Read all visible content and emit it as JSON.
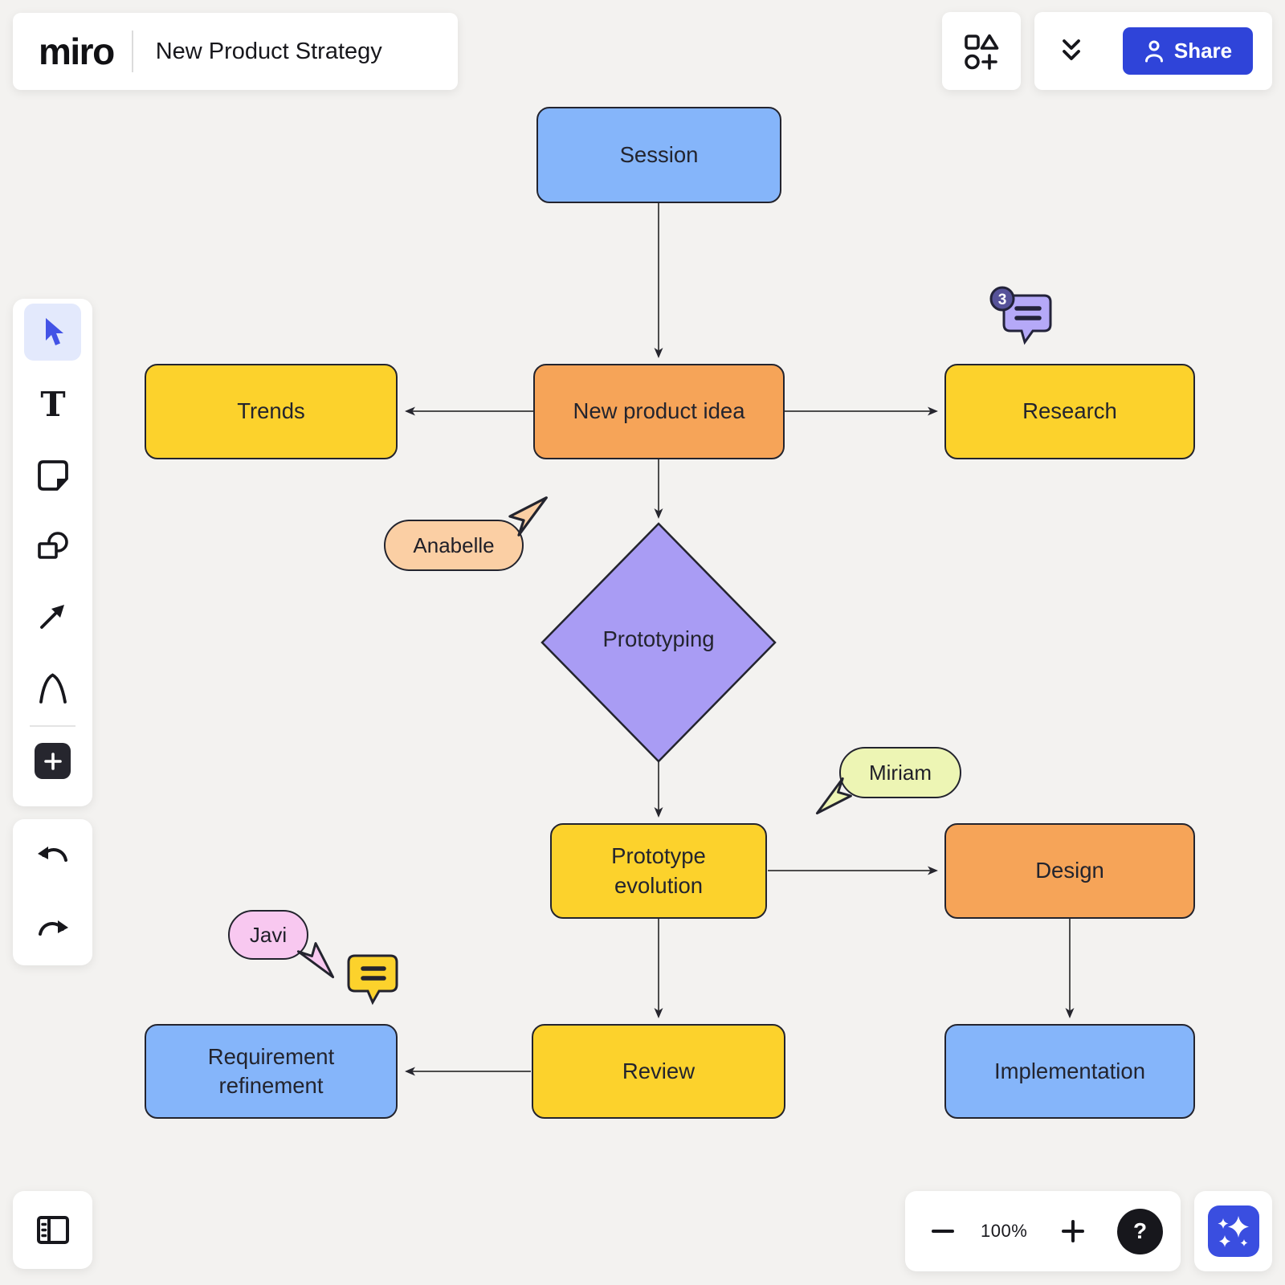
{
  "app": {
    "logo_text": "miro",
    "board_title": "New Product Strategy"
  },
  "header": {
    "share_label": "Share"
  },
  "palette": {
    "brand_blue": "#2f44d9",
    "ai_blue": "#3a4ee0",
    "canvas_bg": "#f3f2f0",
    "node_blue": "#85b5fa",
    "node_yellow": "#fcd22c",
    "node_orange": "#f6a458",
    "node_purple": "#a99cf4",
    "comment_purple": "#b5a9f8",
    "badge_indigo": "#565299"
  },
  "flowchart": {
    "nodes": {
      "session": {
        "label": "Session",
        "color": "#85b5fa",
        "shape": "rect"
      },
      "trends": {
        "label": "Trends",
        "color": "#fcd22c",
        "shape": "rect"
      },
      "new_product_idea": {
        "label": "New product idea",
        "color": "#f6a458",
        "shape": "rect"
      },
      "research": {
        "label": "Research",
        "color": "#fcd22c",
        "shape": "rect"
      },
      "prototyping": {
        "label": "Prototyping",
        "color": "#a99cf4",
        "shape": "diamond"
      },
      "prototype_evolution": {
        "label": "Prototype evolution",
        "color": "#fcd22c",
        "shape": "rect"
      },
      "design": {
        "label": "Design",
        "color": "#f6a458",
        "shape": "rect"
      },
      "requirement_refinement": {
        "label": "Requirement refinement",
        "color": "#85b5fa",
        "shape": "rect"
      },
      "review": {
        "label": "Review",
        "color": "#fcd22c",
        "shape": "rect"
      },
      "implementation": {
        "label": "Implementation",
        "color": "#85b5fa",
        "shape": "rect"
      }
    },
    "edges": [
      {
        "from": "session",
        "to": "new_product_idea"
      },
      {
        "from": "new_product_idea",
        "to": "trends"
      },
      {
        "from": "new_product_idea",
        "to": "research"
      },
      {
        "from": "new_product_idea",
        "to": "prototyping"
      },
      {
        "from": "prototyping",
        "to": "prototype_evolution"
      },
      {
        "from": "prototype_evolution",
        "to": "design"
      },
      {
        "from": "prototype_evolution",
        "to": "review"
      },
      {
        "from": "design",
        "to": "implementation"
      },
      {
        "from": "review",
        "to": "requirement_refinement"
      }
    ]
  },
  "collaborators": [
    {
      "name": "Anabelle",
      "color": "#fbcfa4"
    },
    {
      "name": "Miriam",
      "color": "#edf5b4"
    },
    {
      "name": "Javi",
      "color": "#f8c8f0"
    }
  ],
  "comments": {
    "research_thread_count": "3"
  },
  "zoom_controls": {
    "level": "100%"
  },
  "icons": [
    "templates-icon",
    "collapse-chevrons-icon",
    "person-icon",
    "select-cursor-icon",
    "text-tool-icon",
    "sticky-note-icon",
    "shapes-icon",
    "arrow-tool-icon",
    "pen-tool-icon",
    "add-tool-icon",
    "undo-icon",
    "redo-icon",
    "frames-panel-icon",
    "zoom-out-icon",
    "zoom-in-icon",
    "help-icon",
    "ai-sparkles-icon",
    "comment-icon",
    "cursor-pointer-icon"
  ]
}
